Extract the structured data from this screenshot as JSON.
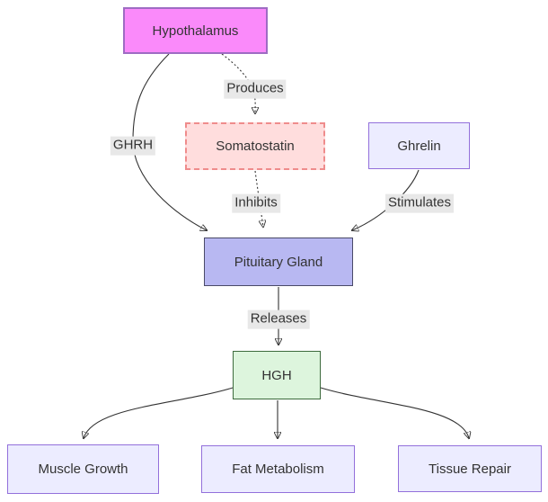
{
  "diagram": {
    "type": "flowchart",
    "direction": "top-down"
  },
  "nodes": {
    "hypothalamus": {
      "label": "Hypothalamus"
    },
    "somatostatin": {
      "label": "Somatostatin"
    },
    "ghrelin": {
      "label": "Ghrelin"
    },
    "pituitary": {
      "label": "Pituitary Gland"
    },
    "hgh": {
      "label": "HGH"
    },
    "muscle_growth": {
      "label": "Muscle Growth"
    },
    "fat_metabolism": {
      "label": "Fat Metabolism"
    },
    "tissue_repair": {
      "label": "Tissue Repair"
    }
  },
  "edges": [
    {
      "from": "Hypothalamus",
      "to": "Pituitary Gland",
      "label": "GHRH",
      "style": "solid"
    },
    {
      "from": "Hypothalamus",
      "to": "Somatostatin",
      "label": "Produces",
      "style": "dotted"
    },
    {
      "from": "Somatostatin",
      "to": "Pituitary Gland",
      "label": "Inhibits",
      "style": "dotted"
    },
    {
      "from": "Ghrelin",
      "to": "Pituitary Gland",
      "label": "Stimulates",
      "style": "solid"
    },
    {
      "from": "Pituitary Gland",
      "to": "HGH",
      "label": "Releases",
      "style": "solid"
    },
    {
      "from": "HGH",
      "to": "Muscle Growth",
      "label": "",
      "style": "solid"
    },
    {
      "from": "HGH",
      "to": "Fat Metabolism",
      "label": "",
      "style": "solid"
    },
    {
      "from": "HGH",
      "to": "Tissue Repair",
      "label": "",
      "style": "solid"
    }
  ],
  "colors": {
    "background": "#ffffff",
    "edge": "#333333",
    "text": "#333333",
    "label_bg": "#e8e8e8",
    "hypothalamus_fill": "#fa8afa",
    "hypothalamus_stroke": "#9e6cc3",
    "somatostatin_fill": "#ffdddd",
    "somatostatin_stroke": "#ef8c8c",
    "ghrelin_fill": "#ececff",
    "ghrelin_stroke": "#9370db",
    "pituitary_fill": "#b8b8f2",
    "pituitary_stroke": "#4a4a68",
    "hgh_fill": "#ddf5dd",
    "hgh_stroke": "#3d6b3d",
    "outcome_fill": "#ececff",
    "outcome_stroke": "#9370db"
  }
}
